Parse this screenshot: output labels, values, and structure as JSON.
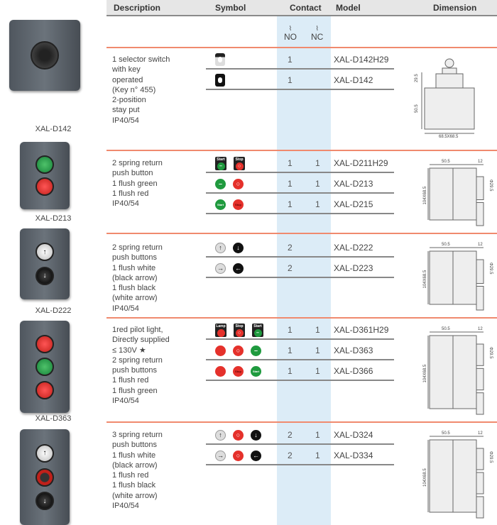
{
  "header": {
    "description": "Description",
    "symbol": "Symbol",
    "contact": "Contact",
    "model": "Model",
    "dimension": "Dimension",
    "no": "NO",
    "nc": "NC"
  },
  "colors": {
    "accent_line": "#f08a6e",
    "contact_band": "#dcecf7",
    "green": "#1f9a3e",
    "red": "#e5312b"
  },
  "sections": [
    {
      "product": "XAL-D142",
      "buttons": [
        "key"
      ],
      "description": "1 selector switch\nwith key\noperated\n(Key n°   455)\n2-position\nstay put\nIP40/54",
      "rows": [
        {
          "symbols": [
            "key-selector-white"
          ],
          "no": "1",
          "nc": "",
          "model": "XAL-D142H29"
        },
        {
          "symbols": [
            "key-selector-black"
          ],
          "no": "1",
          "nc": "",
          "model": "XAL-D142"
        }
      ],
      "dimension": {
        "type": "front",
        "labels": [
          "29.5",
          "50.5",
          "68.5X68.5"
        ]
      }
    },
    {
      "product": "XAL-D213",
      "buttons": [
        "green",
        "red"
      ],
      "description": "2 spring return\npush button\n1 flush green\n1 flush red\nIP40/54",
      "rows": [
        {
          "symbols": [
            "green-start-label",
            "red-stop-label"
          ],
          "no": "1",
          "nc": "1",
          "model": "XAL-D211H29"
        },
        {
          "symbols": [
            "green-flush",
            "red-flush"
          ],
          "no": "1",
          "nc": "1",
          "model": "XAL-D213"
        },
        {
          "symbols": [
            "green-start-text",
            "red-stop-text"
          ],
          "no": "1",
          "nc": "1",
          "model": "XAL-D215"
        }
      ],
      "dimension": {
        "type": "side2",
        "labels": [
          "50.5",
          "12",
          "Φ29.5",
          "104X68.5"
        ]
      }
    },
    {
      "product": "XAL-D222",
      "buttons": [
        "white",
        "black"
      ],
      "description": "2 spring return\npush buttons\n1 flush white\n(black arrow)\n1 flush black\n(white arrow)\nIP40/54",
      "rows": [
        {
          "symbols": [
            "white-up-arrow",
            "black-down-arrow"
          ],
          "no": "2",
          "nc": "",
          "model": "XAL-D222"
        },
        {
          "symbols": [
            "white-right-arrow",
            "black-left-arrow"
          ],
          "no": "2",
          "nc": "",
          "model": "XAL-D223"
        }
      ],
      "dimension": {
        "type": "side2",
        "labels": [
          "50.5",
          "12",
          "Φ29.5",
          "104X68.5"
        ]
      }
    },
    {
      "product": "XAL-D363",
      "buttons": [
        "red",
        "green",
        "red"
      ],
      "description": "1red pilot light,\nDirectly supplied\n≤ 130V ★\n2 spring return\npush buttons\n1 flush red\n1 flush green\nIP40/54",
      "rows": [
        {
          "symbols": [
            "lamp-label",
            "red-stop-label",
            "green-start-label"
          ],
          "no": "1",
          "nc": "1",
          "model": "XAL-D361H29"
        },
        {
          "symbols": [
            "red-lamp",
            "red-flush",
            "green-flush"
          ],
          "no": "1",
          "nc": "1",
          "model": "XAL-D363"
        },
        {
          "symbols": [
            "red-lamp",
            "red-stop-text",
            "green-start-text"
          ],
          "no": "1",
          "nc": "1",
          "model": "XAL-D366"
        }
      ],
      "dimension": {
        "type": "side3",
        "labels": [
          "50.5",
          "12",
          "Φ29.5",
          "104X68.5"
        ]
      }
    },
    {
      "product": "",
      "buttons": [
        "white",
        "redring",
        "black"
      ],
      "description": "3 spring return\npush buttons\n1 flush white\n(black arrow)\n1 flush red\n1 flush black\n(white arrow)\nIP40/54",
      "rows": [
        {
          "symbols": [
            "white-up-arrow",
            "red-flush",
            "black-down-arrow"
          ],
          "no": "2",
          "nc": "1",
          "model": "XAL-D324"
        },
        {
          "symbols": [
            "white-right-arrow",
            "red-flush",
            "black-left-arrow"
          ],
          "no": "2",
          "nc": "1",
          "model": "XAL-D334"
        }
      ],
      "dimension": {
        "type": "side3",
        "labels": [
          "50.5",
          "12",
          "Φ29.5",
          "104X68.5"
        ]
      }
    }
  ],
  "symbol_text": {
    "start": "Start",
    "stop": "Stop",
    "lamp": "Lamp"
  }
}
